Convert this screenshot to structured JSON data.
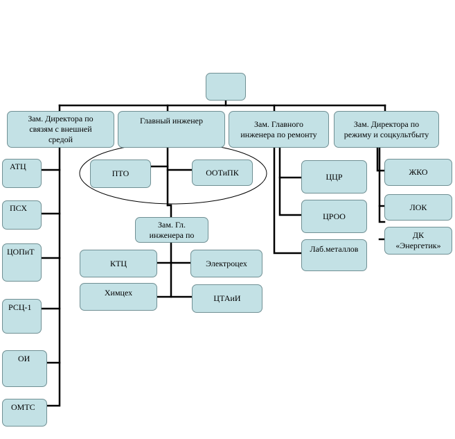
{
  "top": {
    "label": ""
  },
  "level1": {
    "deputy_external": "Зам. Директора по\nсвязям с внешней\nсредой",
    "chief_engineer": "Главный инженер",
    "deputy_chief_repair": "Зам. Главного\nинженера по ремонту",
    "deputy_regime": "Зам. Директора по\nрежиму и соцкультбыту"
  },
  "external_units": [
    "АТЦ",
    "ПСХ",
    "ЦОПиТ",
    "РСЦ-1",
    "ОИ",
    "ОМТС"
  ],
  "chief_units": {
    "pto": "ПТО",
    "ootipk": "ООТиПК"
  },
  "deputy_chief": {
    "label": "Зам. Гл.\nинженера по",
    "left_units": [
      "КТЦ",
      "Химцех"
    ],
    "right_units": [
      "Электроцех",
      "ЦТАиИ"
    ]
  },
  "repair_units": [
    "ЦЦР",
    "ЦРОО",
    "Лаб.металлов"
  ],
  "regime_units": [
    "ЖКО",
    "ЛОК",
    "ДК\n«Энергетик»"
  ],
  "colors": {
    "box_fill": "#c3e1e5",
    "box_border": "#6f8f93",
    "connector": "#000000"
  }
}
